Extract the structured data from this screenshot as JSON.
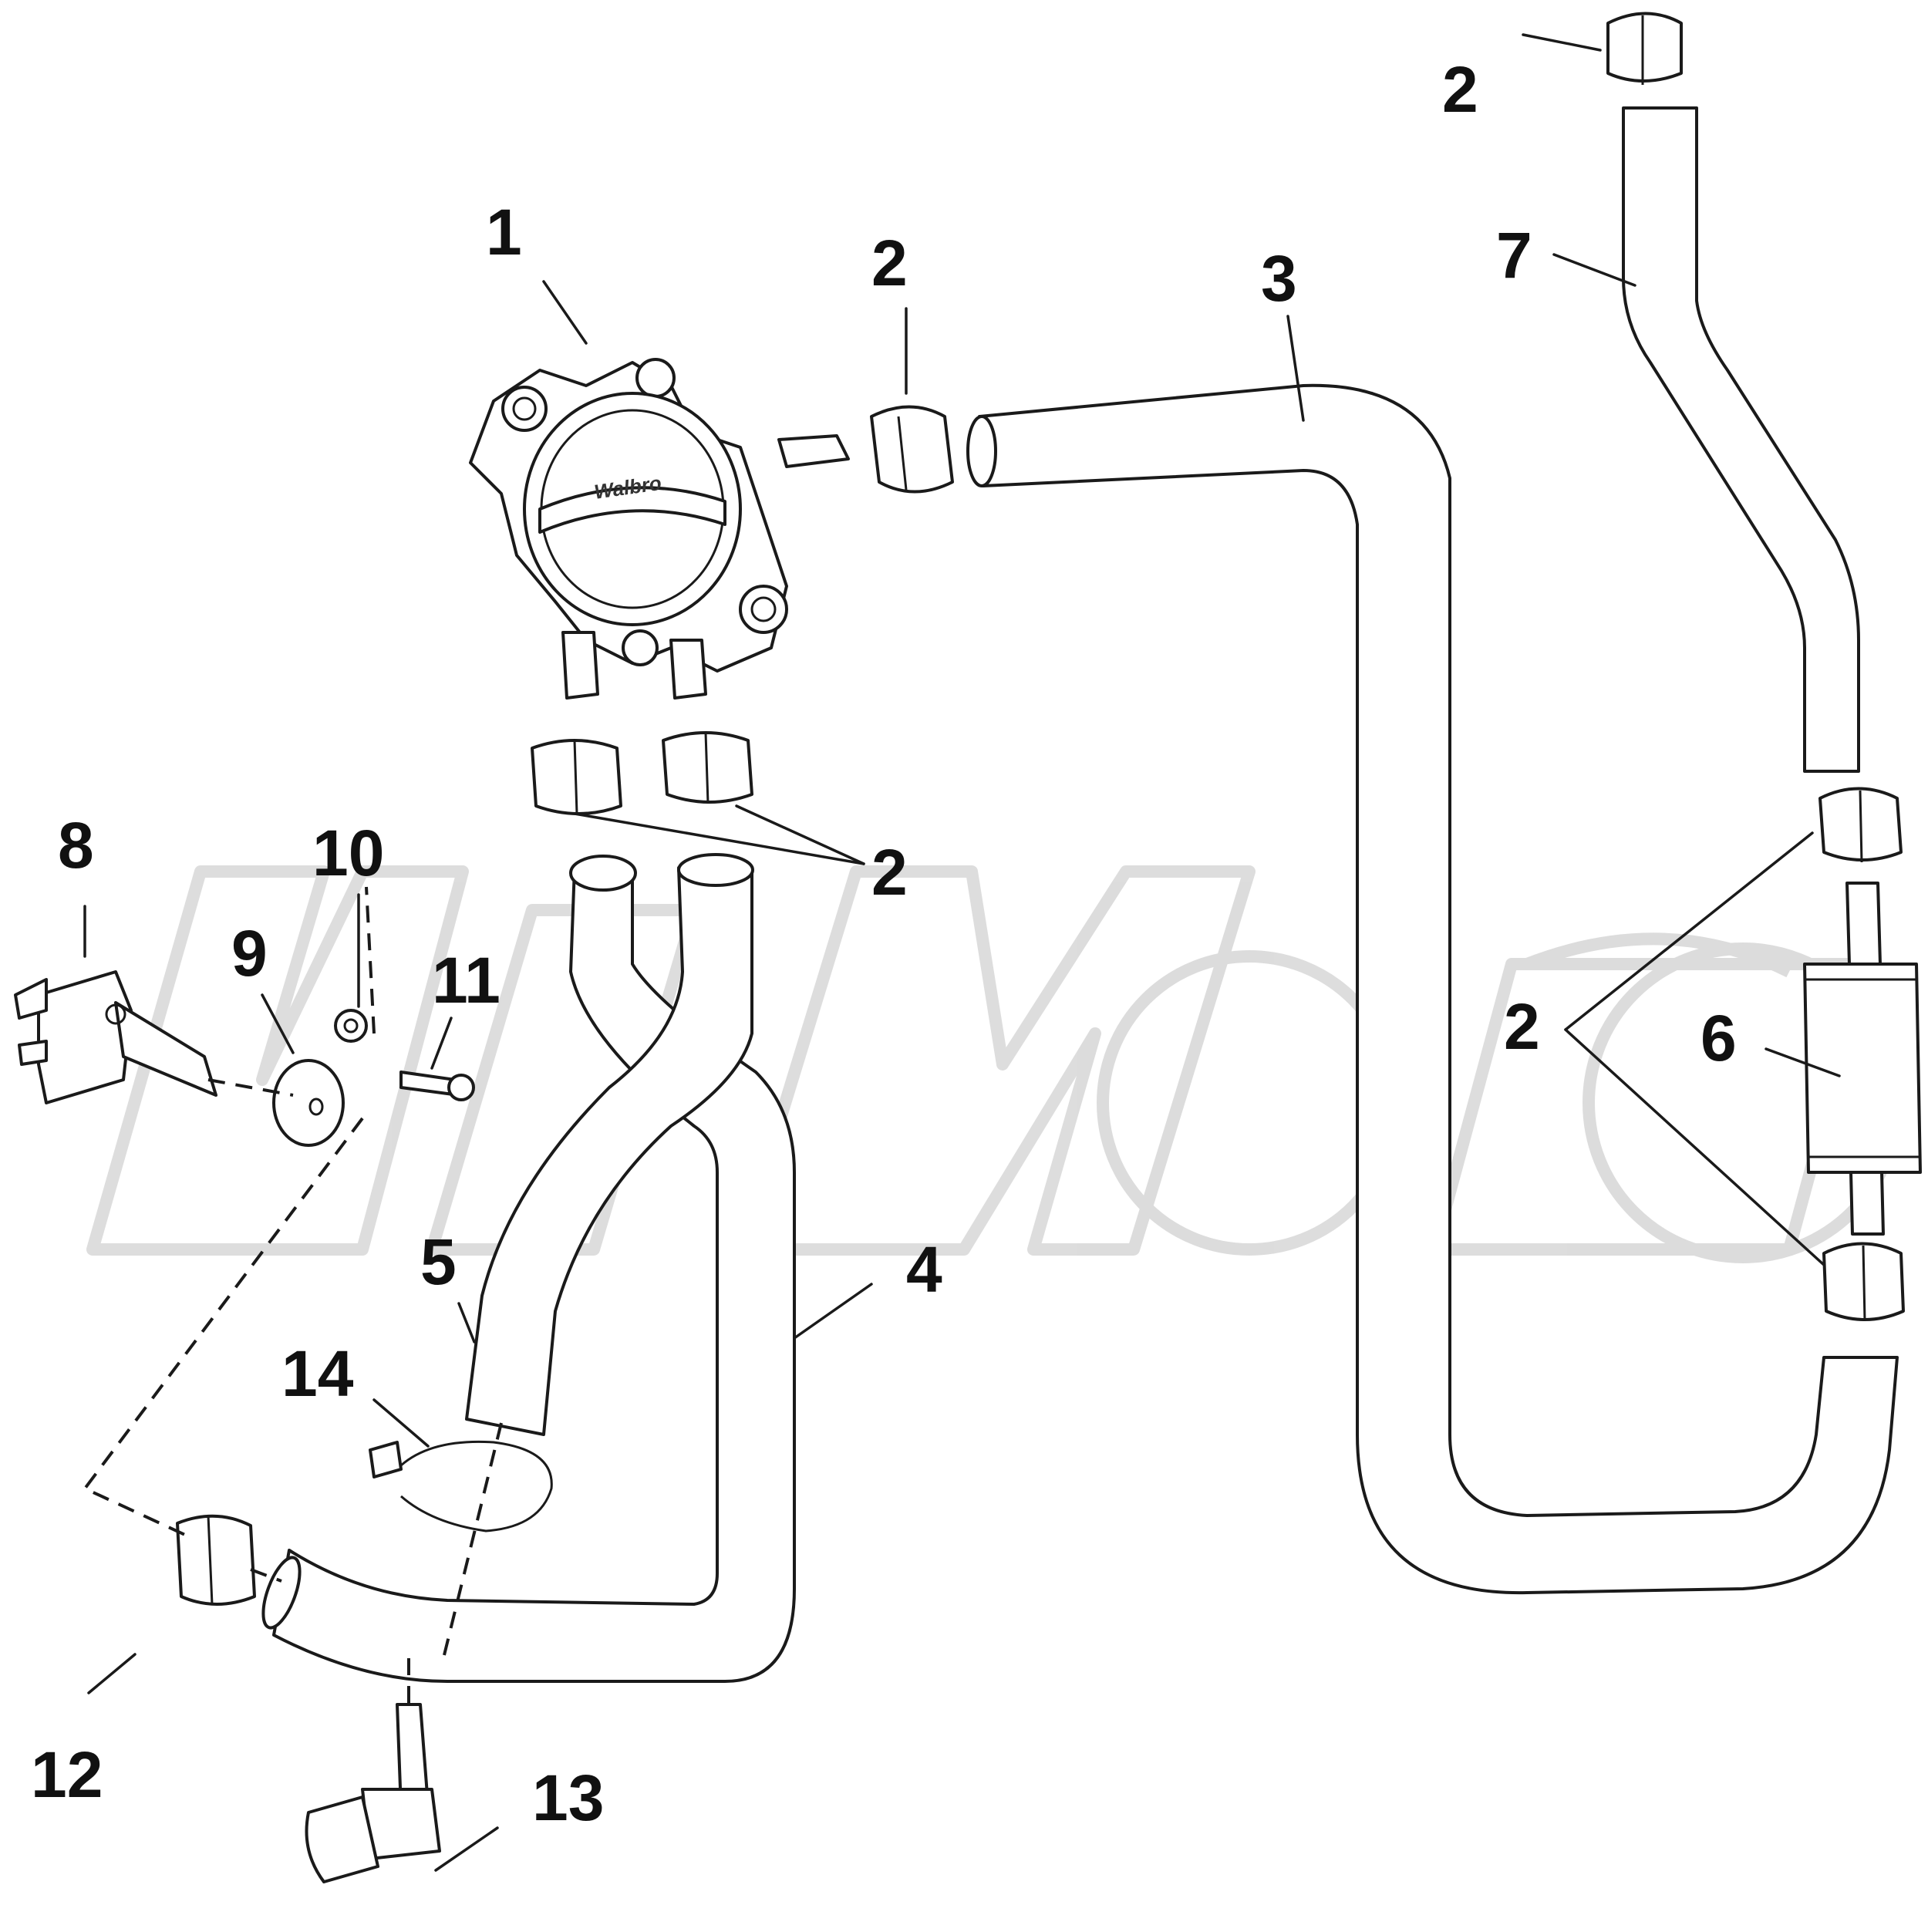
{
  "diagram": {
    "pump_brand": "Walbro",
    "callouts": {
      "c1": "1",
      "c2_top": "2",
      "c2_pump": "2",
      "c2_lower": "2",
      "c2_right": "2",
      "c3": "3",
      "c4": "4",
      "c5": "5",
      "c6": "6",
      "c7": "7",
      "c8": "8",
      "c9": "9",
      "c10": "10",
      "c11": "11",
      "c12": "12",
      "c13": "13",
      "c14": "14"
    }
  }
}
